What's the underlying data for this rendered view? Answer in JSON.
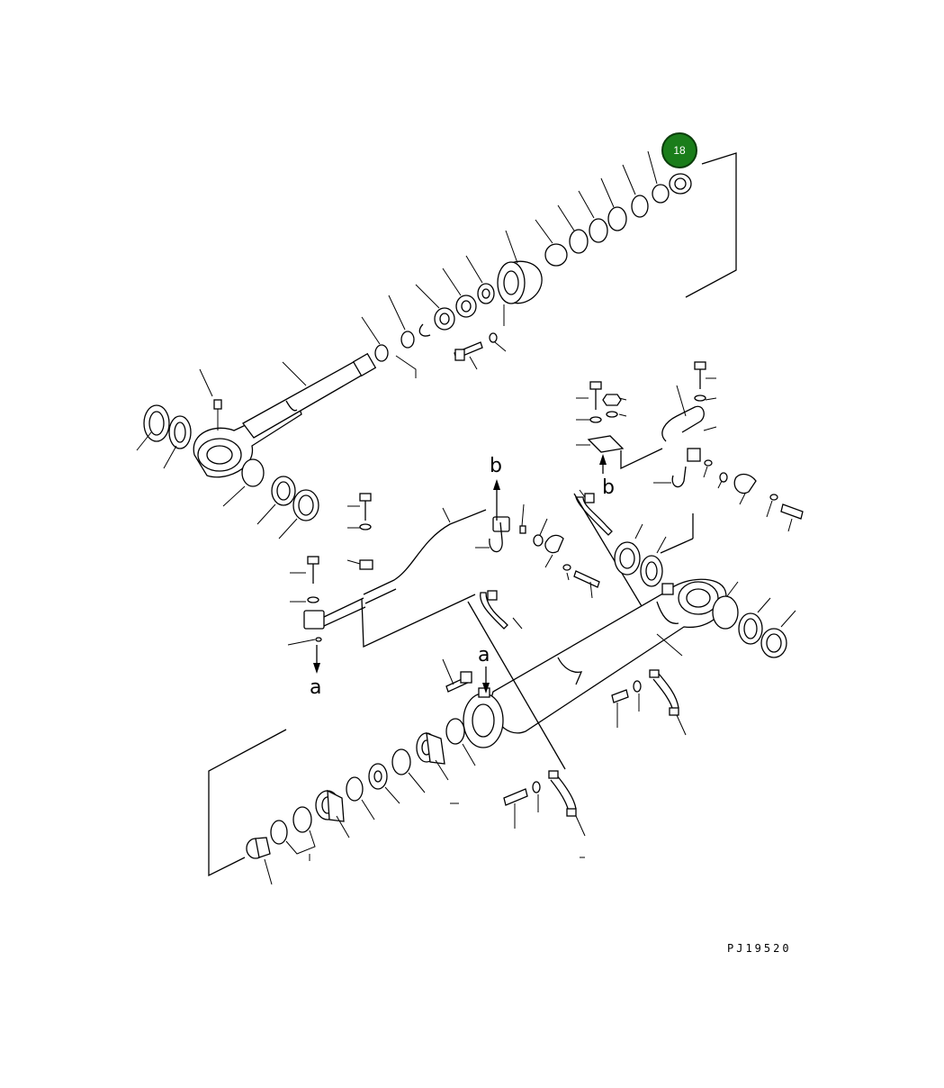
{
  "diagram": {
    "callout": {
      "number": "18",
      "color": "#1a7d1a",
      "ring": "#0b3d0b"
    },
    "view_labels": [
      "b",
      "b",
      "a",
      "a"
    ],
    "drawing_code": "PJ19520"
  }
}
